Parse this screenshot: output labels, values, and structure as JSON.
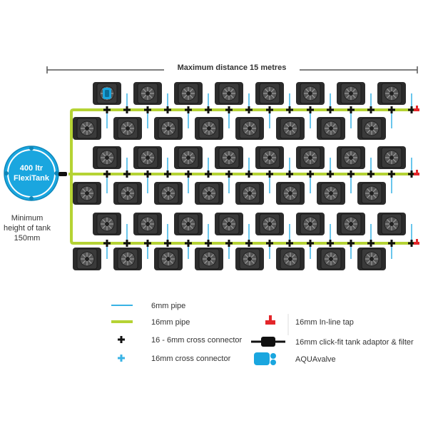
{
  "header": {
    "distance_label": "Maximum distance 15 metres"
  },
  "tank": {
    "line1": "400 ltr",
    "line2": "FlexiTank"
  },
  "tank_note": {
    "line1": "Minimum",
    "line2": "height of tank",
    "line3": "150mm"
  },
  "legend": {
    "pipe_6mm": "6mm pipe",
    "pipe_16mm": "16mm pipe",
    "cross_16_6": "16 - 6mm cross connector",
    "cross_16": "16mm cross connector",
    "inline_tap": "16mm In-line tap",
    "tank_adaptor": "16mm click-fit tank adaptor & filter",
    "aquavalve": "AQUAvalve"
  },
  "colors": {
    "pipe_16mm": "#b5d334",
    "pipe_6mm": "#39b3e5",
    "tank": "#1aa6df",
    "pot": "#2b2b2b",
    "tap": "#e3262a",
    "connector": "#111111"
  },
  "layout": {
    "rows": 6,
    "pots_per_row": 8,
    "main_lines": 3
  }
}
